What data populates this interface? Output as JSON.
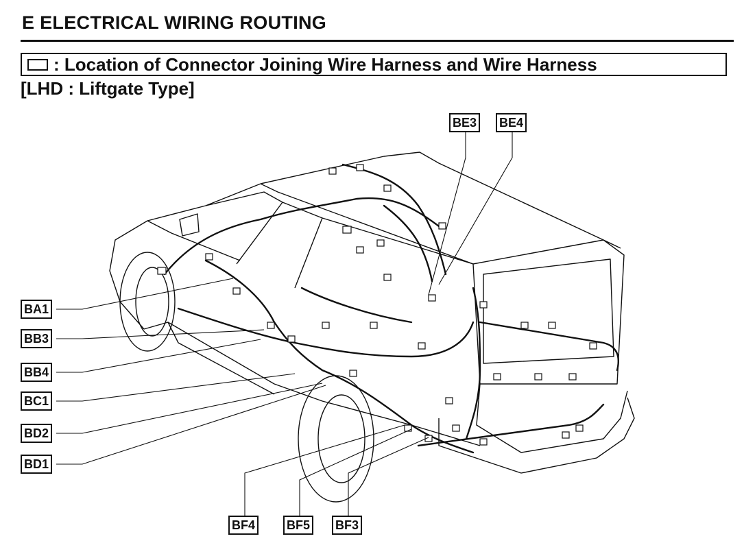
{
  "header": {
    "title": "E  ELECTRICAL WIRING ROUTING",
    "legend_text": ": Location of Connector Joining Wire Harness and Wire Harness",
    "subtitle": "[LHD : Liftgate Type]"
  },
  "connectors": {
    "ba1": "BA1",
    "bb3": "BB3",
    "bb4": "BB4",
    "bc1": "BC1",
    "bd2": "BD2",
    "bd1": "BD1",
    "be3": "BE3",
    "be4": "BE4",
    "bf4": "BF4",
    "bf5": "BF5",
    "bf3": "BF3"
  },
  "colors": {
    "ink": "#111111",
    "background": "#ffffff"
  }
}
